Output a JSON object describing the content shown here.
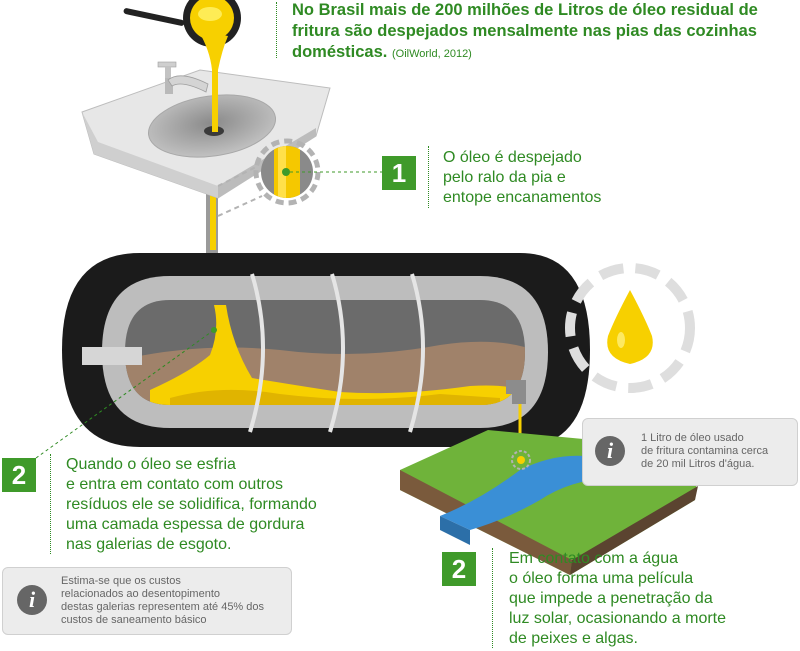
{
  "headline": {
    "text": "No Brasil mais de 200 milhões de Litros de óleo residual de fritura são despejados mensalmente nas pias das cozinhas domésticas.",
    "source": "(OilWorld, 2012)"
  },
  "steps": [
    {
      "number": "1",
      "text_lines": [
        "O óleo é despejado",
        "pelo ralo da pia e",
        "entope encanamentos"
      ]
    },
    {
      "number": "2",
      "text_lines": [
        "Quando o óleo se esfria",
        "e entra em contato com outros",
        "resíduos ele se solidifica, formando",
        "uma camada espessa de gordura",
        "nas galerias de esgoto."
      ]
    },
    {
      "number": "2",
      "text_lines": [
        "Em contato com a água",
        "o óleo forma uma película",
        "que impede a penetração da",
        "luz solar, ocasionando a morte",
        "de peixes e algas."
      ]
    }
  ],
  "info_boxes": [
    {
      "icon": "info-icon",
      "lines": [
        "1 Litro de óleo usado",
        "de fritura contamina cerca",
        "de 20 mil Litros d'água."
      ]
    },
    {
      "icon": "info-icon",
      "lines": [
        "Estima-se que os custos",
        "relacionados ao desentopimento",
        "destas galerias representem até 45% dos",
        "custos de saneamento básico"
      ]
    }
  ],
  "colors": {
    "accent_green": "#3f9a2a",
    "text_green": "#2f8a23",
    "oil_yellow": "#f7d000",
    "sewer_black": "#1b1b1b",
    "water_blue": "#3a8fd6"
  }
}
